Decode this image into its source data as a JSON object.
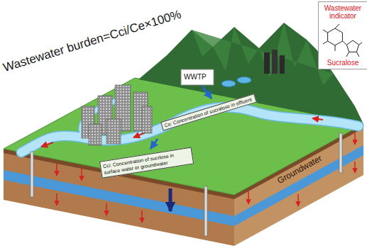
{
  "diagram": {
    "title": "Wastewater burden=Cci/Ce×100%",
    "nodes": [
      {
        "text": [
          "Wastewater indicator",
          "Sucralose"
        ]
      },
      {
        "text": [
          "Ce: Concentration of sucralose in effluent"
        ]
      },
      {
        "text": [
          "Cci: Concentration of sucrlose in surface water or groundwater"
        ]
      }
    ],
    "labels": [
      "WWTP",
      "Groundwater"
    ]
  }
}
